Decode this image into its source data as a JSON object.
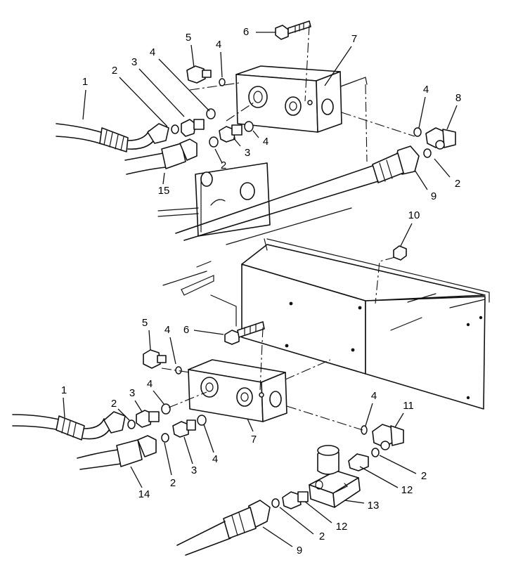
{
  "callouts": [
    {
      "id": "c1a",
      "text": "1"
    },
    {
      "id": "c2a",
      "text": "2"
    },
    {
      "id": "c3a",
      "text": "3"
    },
    {
      "id": "c4a",
      "text": "4"
    },
    {
      "id": "c5a",
      "text": "5"
    },
    {
      "id": "c4b",
      "text": "4"
    },
    {
      "id": "c6a",
      "text": "6"
    },
    {
      "id": "c7a",
      "text": "7"
    },
    {
      "id": "c4c",
      "text": "4"
    },
    {
      "id": "c8a",
      "text": "8"
    },
    {
      "id": "c2b",
      "text": "2"
    },
    {
      "id": "c3b",
      "text": "3"
    },
    {
      "id": "c4d",
      "text": "4"
    },
    {
      "id": "c15a",
      "text": "15"
    },
    {
      "id": "c9a",
      "text": "9"
    },
    {
      "id": "c2c",
      "text": "2"
    },
    {
      "id": "c10a",
      "text": "10"
    },
    {
      "id": "c5b",
      "text": "5"
    },
    {
      "id": "c4e",
      "text": "4"
    },
    {
      "id": "c6b",
      "text": "6"
    },
    {
      "id": "c1b",
      "text": "1"
    },
    {
      "id": "c2d",
      "text": "2"
    },
    {
      "id": "c3c",
      "text": "3"
    },
    {
      "id": "c4f",
      "text": "4"
    },
    {
      "id": "c4g",
      "text": "4"
    },
    {
      "id": "c11a",
      "text": "11"
    },
    {
      "id": "c7b",
      "text": "7"
    },
    {
      "id": "c2e",
      "text": "2"
    },
    {
      "id": "c3d",
      "text": "3"
    },
    {
      "id": "c4h",
      "text": "4"
    },
    {
      "id": "c14a",
      "text": "14"
    },
    {
      "id": "c2f",
      "text": "2"
    },
    {
      "id": "c12a",
      "text": "12"
    },
    {
      "id": "c13a",
      "text": "13"
    },
    {
      "id": "c12b",
      "text": "12"
    },
    {
      "id": "c2g",
      "text": "2"
    },
    {
      "id": "c9b",
      "text": "9"
    }
  ]
}
